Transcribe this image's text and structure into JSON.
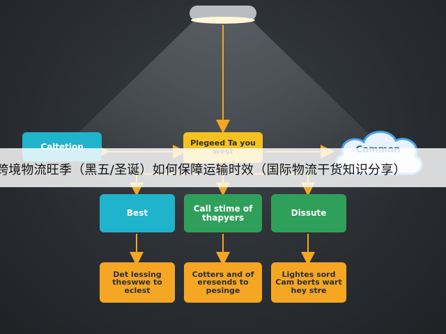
{
  "boxes": {
    "left_top": "Caltetion",
    "center_top": "Plegeed Ta you west",
    "cloud": "Common",
    "row2_left": "Best",
    "row2_center": "Call stime of thapyers",
    "row2_right": "Dissute",
    "row3_left": "Det lessing theswwe to eclest",
    "row3_center": "Cotters and of eresends to pesinge",
    "row3_right": "Lightes sord Cam berts wart hey stre"
  },
  "banner": {
    "text": "跨境物流旺季（黑五/圣诞）如何保障运输时效（国际物流干货知识分享）"
  },
  "colors": {
    "yellow": "#f6c21f",
    "cyan": "#1fb3cc",
    "green": "#2fa05a",
    "orange": "#f5a623",
    "background": "#2b2f33"
  },
  "icons": [
    "ceiling-lamp-icon",
    "cloud-icon"
  ]
}
